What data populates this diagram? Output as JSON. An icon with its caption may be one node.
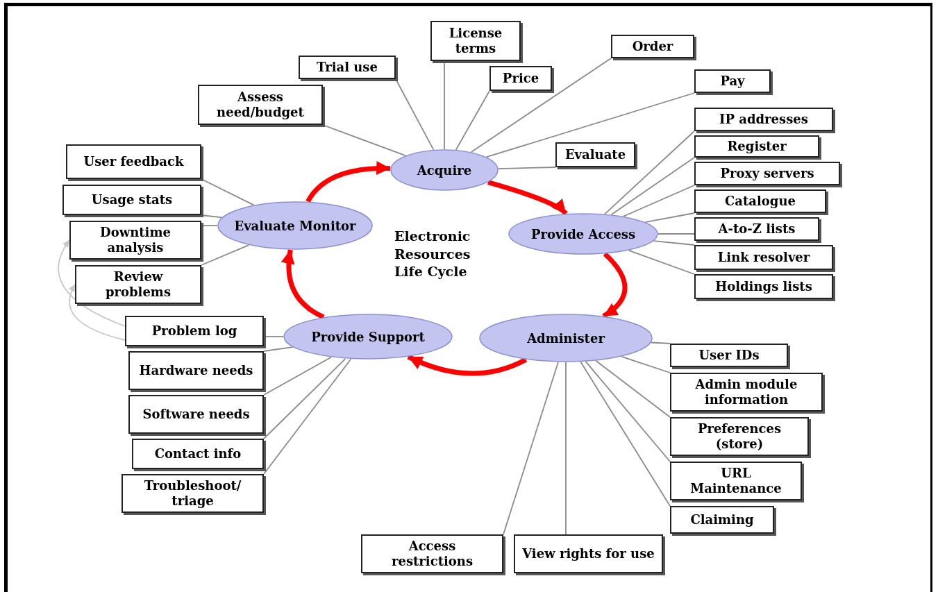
{
  "diagram": {
    "nodes": [
      {
        "text": [
          "Acquire"
        ]
      },
      {
        "text": [
          "Provide Access"
        ]
      },
      {
        "text": [
          "Administer"
        ]
      },
      {
        "text": [
          "Provide Support"
        ]
      },
      {
        "text": [
          "Evaluate Monitor"
        ]
      },
      {
        "text": [
          "Assess need/budget"
        ]
      },
      {
        "text": [
          "Trial use"
        ]
      },
      {
        "text": [
          "License terms"
        ]
      },
      {
        "text": [
          "Price"
        ]
      },
      {
        "text": [
          "Evaluate"
        ]
      },
      {
        "text": [
          "Order"
        ]
      },
      {
        "text": [
          "Pay"
        ]
      },
      {
        "text": [
          "IP addresses"
        ]
      },
      {
        "text": [
          "Register"
        ]
      },
      {
        "text": [
          "Proxy servers"
        ]
      },
      {
        "text": [
          "Catalogue"
        ]
      },
      {
        "text": [
          "A-to-Z lists"
        ]
      },
      {
        "text": [
          "Link resolver"
        ]
      },
      {
        "text": [
          "Holdings lists"
        ]
      },
      {
        "text": [
          "User IDs"
        ]
      },
      {
        "text": [
          "Admin module information"
        ]
      },
      {
        "text": [
          "Preferences (store)"
        ]
      },
      {
        "text": [
          "URL Maintenance"
        ]
      },
      {
        "text": [
          "Access restrictions"
        ]
      },
      {
        "text": [
          "View rights for use"
        ]
      },
      {
        "text": [
          "Claiming"
        ]
      },
      {
        "text": [
          "Problem log"
        ]
      },
      {
        "text": [
          "Hardware needs"
        ]
      },
      {
        "text": [
          "Software needs"
        ]
      },
      {
        "text": [
          "Contact info"
        ]
      },
      {
        "text": [
          "Troubleshoot/ triage"
        ]
      },
      {
        "text": [
          "User feedback"
        ]
      },
      {
        "text": [
          "Usage stats"
        ]
      },
      {
        "text": [
          "Downtime analysis"
        ]
      },
      {
        "text": [
          "Review problems"
        ]
      }
    ],
    "edges": [
      {
        "from": 4,
        "to": 0,
        "arrow": "to",
        "style": "thick",
        "color": "#ff0000"
      },
      {
        "from": 0,
        "to": 1,
        "arrow": "to",
        "style": "thick",
        "color": "#ff0000"
      },
      {
        "from": 1,
        "to": 2,
        "arrow": "to",
        "style": "thick",
        "color": "#ff0000"
      },
      {
        "from": 2,
        "to": 3,
        "arrow": "to",
        "style": "thick",
        "color": "#ff0000"
      },
      {
        "from": 3,
        "to": 4,
        "arrow": "to",
        "style": "thick",
        "color": "#ff0000"
      },
      {
        "from": 0,
        "to": 5,
        "arrow": "none"
      },
      {
        "from": 0,
        "to": 6,
        "arrow": "none"
      },
      {
        "from": 0,
        "to": 7,
        "arrow": "none"
      },
      {
        "from": 0,
        "to": 8,
        "arrow": "none"
      },
      {
        "from": 0,
        "to": 9,
        "arrow": "none"
      },
      {
        "from": 0,
        "to": 10,
        "arrow": "none"
      },
      {
        "from": 0,
        "to": 11,
        "arrow": "none"
      },
      {
        "from": 1,
        "to": 12,
        "arrow": "none"
      },
      {
        "from": 1,
        "to": 13,
        "arrow": "none"
      },
      {
        "from": 1,
        "to": 14,
        "arrow": "none"
      },
      {
        "from": 1,
        "to": 15,
        "arrow": "none"
      },
      {
        "from": 1,
        "to": 16,
        "arrow": "none"
      },
      {
        "from": 1,
        "to": 17,
        "arrow": "none"
      },
      {
        "from": 1,
        "to": 18,
        "arrow": "none"
      },
      {
        "from": 2,
        "to": 19,
        "arrow": "none"
      },
      {
        "from": 2,
        "to": 20,
        "arrow": "none"
      },
      {
        "from": 2,
        "to": 21,
        "arrow": "none"
      },
      {
        "from": 2,
        "to": 22,
        "arrow": "none"
      },
      {
        "from": 2,
        "to": 23,
        "arrow": "none"
      },
      {
        "from": 2,
        "to": 24,
        "arrow": "none"
      },
      {
        "from": 2,
        "to": 25,
        "arrow": "none"
      },
      {
        "from": 3,
        "to": 26,
        "arrow": "none"
      },
      {
        "from": 3,
        "to": 27,
        "arrow": "none"
      },
      {
        "from": 3,
        "to": 28,
        "arrow": "none"
      },
      {
        "from": 3,
        "to": 29,
        "arrow": "none"
      },
      {
        "from": 3,
        "to": 30,
        "arrow": "none"
      },
      {
        "from": 4,
        "to": 31,
        "arrow": "none"
      },
      {
        "from": 4,
        "to": 32,
        "arrow": "none"
      },
      {
        "from": 4,
        "to": 33,
        "arrow": "none"
      },
      {
        "from": 4,
        "to": 34,
        "arrow": "none"
      },
      {
        "from": 26,
        "to": 33,
        "arrow": "to",
        "color": "#c8c8c8"
      },
      {
        "from": 26,
        "to": 34,
        "arrow": "to",
        "color": "#c8c8c8"
      }
    ],
    "labels": [
      "Electronic Resources Life Cycle"
    ]
  }
}
